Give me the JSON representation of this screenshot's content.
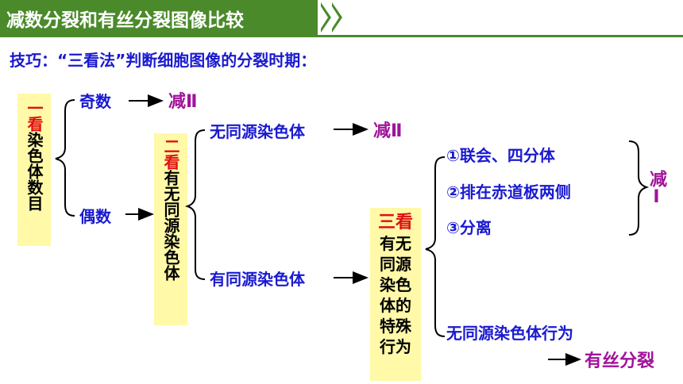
{
  "header": {
    "title": "减数分裂和有丝分裂图像比较"
  },
  "tip": "技巧：“三看法”判断细胞图像的分裂时期：",
  "step1": {
    "head": "一看",
    "body": "染色体数目",
    "odd": "奇数",
    "even": "偶数",
    "odd_result": "减Ⅱ"
  },
  "step2": {
    "head": "二看",
    "body": "有无同源染色体",
    "none": "无同源染色体",
    "has": "有同源染色体",
    "none_result": "减Ⅱ"
  },
  "step3": {
    "head": "三看",
    "body": "有无同源染色体的特殊行为",
    "behaviors": [
      "①联会、四分体",
      "②排在赤道板两侧",
      "③分离"
    ],
    "behaviors_result": "减Ⅰ",
    "none": "无同源染色体行为",
    "none_result": "有丝分裂"
  },
  "colors": {
    "title_bar": "#4a8a2a",
    "highlight_box": "#fff9a8",
    "label_blue": "#1a1ad0",
    "result_purple": "#a0139a",
    "head_red": "#e01010"
  }
}
